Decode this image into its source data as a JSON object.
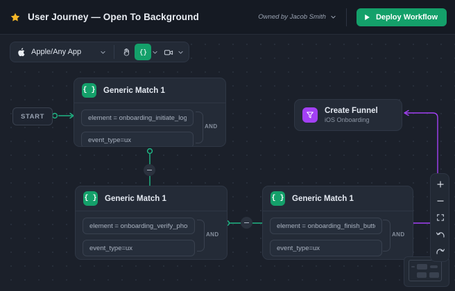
{
  "header": {
    "star_icon": "star-icon",
    "title": "User Journey — Open To Background",
    "owner_label": "Owned by Jacob Smith",
    "owner_chevron_icon": "chevron-down-icon",
    "deploy_label": "Deploy Workflow",
    "deploy_play_icon": "play-icon",
    "deploy_color": "#14a06a"
  },
  "toolbar": {
    "app_icon": "apple-icon",
    "app_label": "Apple/Any App",
    "app_chevron_icon": "chevron-down-icon",
    "hand_tool_icon": "hand-icon",
    "code_tool_icon": "braces-icon",
    "code_tool_chevron_icon": "chevron-down-icon",
    "video_tool_icon": "video-camera-icon",
    "video_tool_chevron_icon": "chevron-down-icon",
    "active_tool": "code",
    "active_color": "#14a06a"
  },
  "canvas": {
    "start_label": "START",
    "edge_accent": "#1fb584",
    "funnel_accent": "#a340f5",
    "collapse_icon": "minus-icon",
    "nodes": [
      {
        "id": "generic-match-1",
        "icon": "braces-icon",
        "title": "Generic Match 1",
        "conditions": [
          "element = onboarding_initiate_login",
          "event_type=ux"
        ],
        "operator": "AND"
      },
      {
        "id": "generic-match-2",
        "icon": "braces-icon",
        "title": "Generic Match 1",
        "conditions": [
          "element = onboarding_verify_phone",
          "event_type=ux"
        ],
        "operator": "AND"
      },
      {
        "id": "generic-match-3",
        "icon": "braces-icon",
        "title": "Generic Match 1",
        "conditions": [
          "element = onboarding_finish_button",
          "event_type=ux"
        ],
        "operator": "AND"
      }
    ],
    "funnel": {
      "icon": "funnel-icon",
      "title": "Create Funnel",
      "subtitle": "iOS Onboarding"
    }
  },
  "zoom_controls": {
    "zoom_in_icon": "plus-icon",
    "zoom_out_icon": "minus-icon",
    "fit_screen_icon": "fit-to-screen-icon",
    "undo_icon": "undo-arrow-icon",
    "redo_icon": "redo-arrow-icon"
  },
  "minimap": {
    "name": "minimap"
  }
}
